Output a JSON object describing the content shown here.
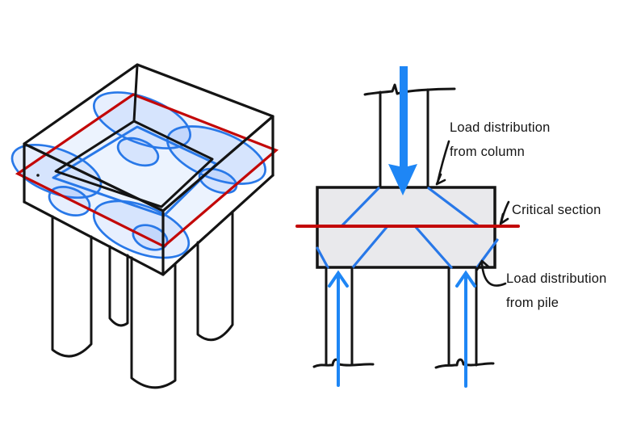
{
  "labels": {
    "load_column_line1": "Load distribution",
    "load_column_line2": "from column",
    "critical_section": "Critical section",
    "load_pile_line1": "Load distribution",
    "load_pile_line2": "from pile"
  },
  "colors": {
    "arrow_blue": "#1E86F5",
    "line_blue": "#2878E8",
    "critical_red": "#C30808",
    "cap_gray": "#E9E9EC",
    "ink_black": "#141414",
    "load_zone_fill": "rgba(66,133,244,0.13)"
  }
}
